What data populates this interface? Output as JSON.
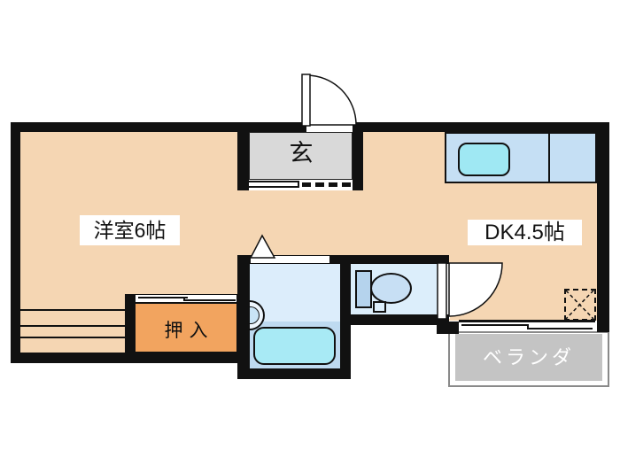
{
  "floorplan": {
    "title": "apartment-floorplan",
    "rooms": {
      "western_room": {
        "label": "洋室6帖"
      },
      "dining_kitchen": {
        "label": "DK4.5帖"
      },
      "entrance": {
        "label": "玄"
      },
      "closet": {
        "label": "押入"
      },
      "veranda": {
        "label": "ベランダ"
      }
    },
    "fixtures": [
      "entrance-door",
      "entrance-step",
      "kitchen-counter",
      "kitchen-sink",
      "bathroom-door-triangle",
      "washbasin",
      "bathtub",
      "toilet",
      "interior-door",
      "refrigerator-space",
      "sliding-window-to-veranda",
      "closet-sliding-door",
      "floor-steps"
    ],
    "colors": {
      "floor": "#f5d6b3",
      "wall": "#111111",
      "entrance_floor": "#d9d9d9",
      "kitchen_counter": "#c5dff4",
      "kitchen_sink": "#9fe8f3",
      "bathroom_upper": "#dcedfb",
      "bathroom_lower": "#bedaf0",
      "bathtub": "#a8eaf5",
      "toilet_room": "#dceefb",
      "toilet_tank": "#b5d3ed",
      "toilet_bowl": "#c7dff4",
      "closet": "#f2a45f",
      "veranda_fill": "#c4c4c4",
      "veranda_border": "#8a8a8a",
      "label_background": "#ffffff",
      "veranda_text": "#ffffff"
    }
  }
}
